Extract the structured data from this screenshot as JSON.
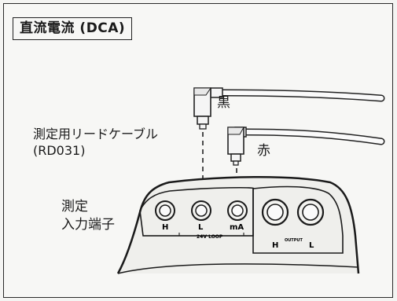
{
  "title": "直流電流 (DCA)",
  "cable": {
    "label": "測定用リードケーブル",
    "model": "(RD031)"
  },
  "probes": {
    "black_label": "黒",
    "red_label": "赤"
  },
  "terminal": {
    "label_line1": "測定",
    "label_line2": "入力端子"
  },
  "panel": {
    "jack_labels": [
      "H",
      "L",
      "mA"
    ],
    "loop_label": "24V LOOP",
    "output_h": "H",
    "output_caption": "OUTPUT",
    "output_l": "L"
  }
}
